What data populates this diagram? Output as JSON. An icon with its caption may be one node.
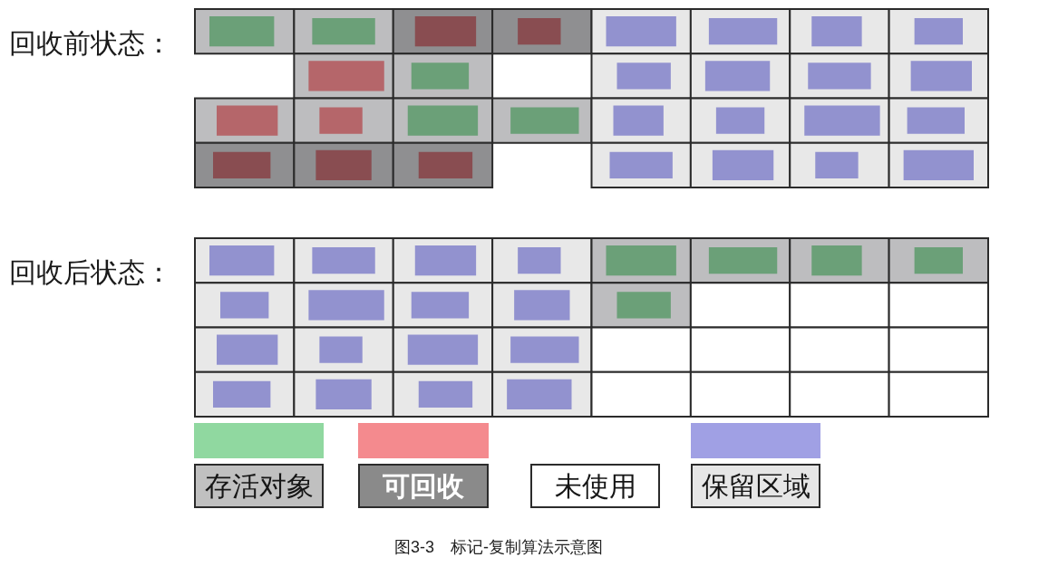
{
  "diagram": {
    "caption": "图3-3　标记-复制算法示意图",
    "labels": [
      "回收前状态：",
      "回收后状态："
    ],
    "legend": [
      {
        "text": "存活对象",
        "color": "#90d8a0"
      },
      {
        "text": "可回收",
        "color": "#f48a8e"
      },
      {
        "text": "未使用"
      },
      {
        "text": "保留区域",
        "color": "#a0a0e4"
      }
    ]
  }
}
